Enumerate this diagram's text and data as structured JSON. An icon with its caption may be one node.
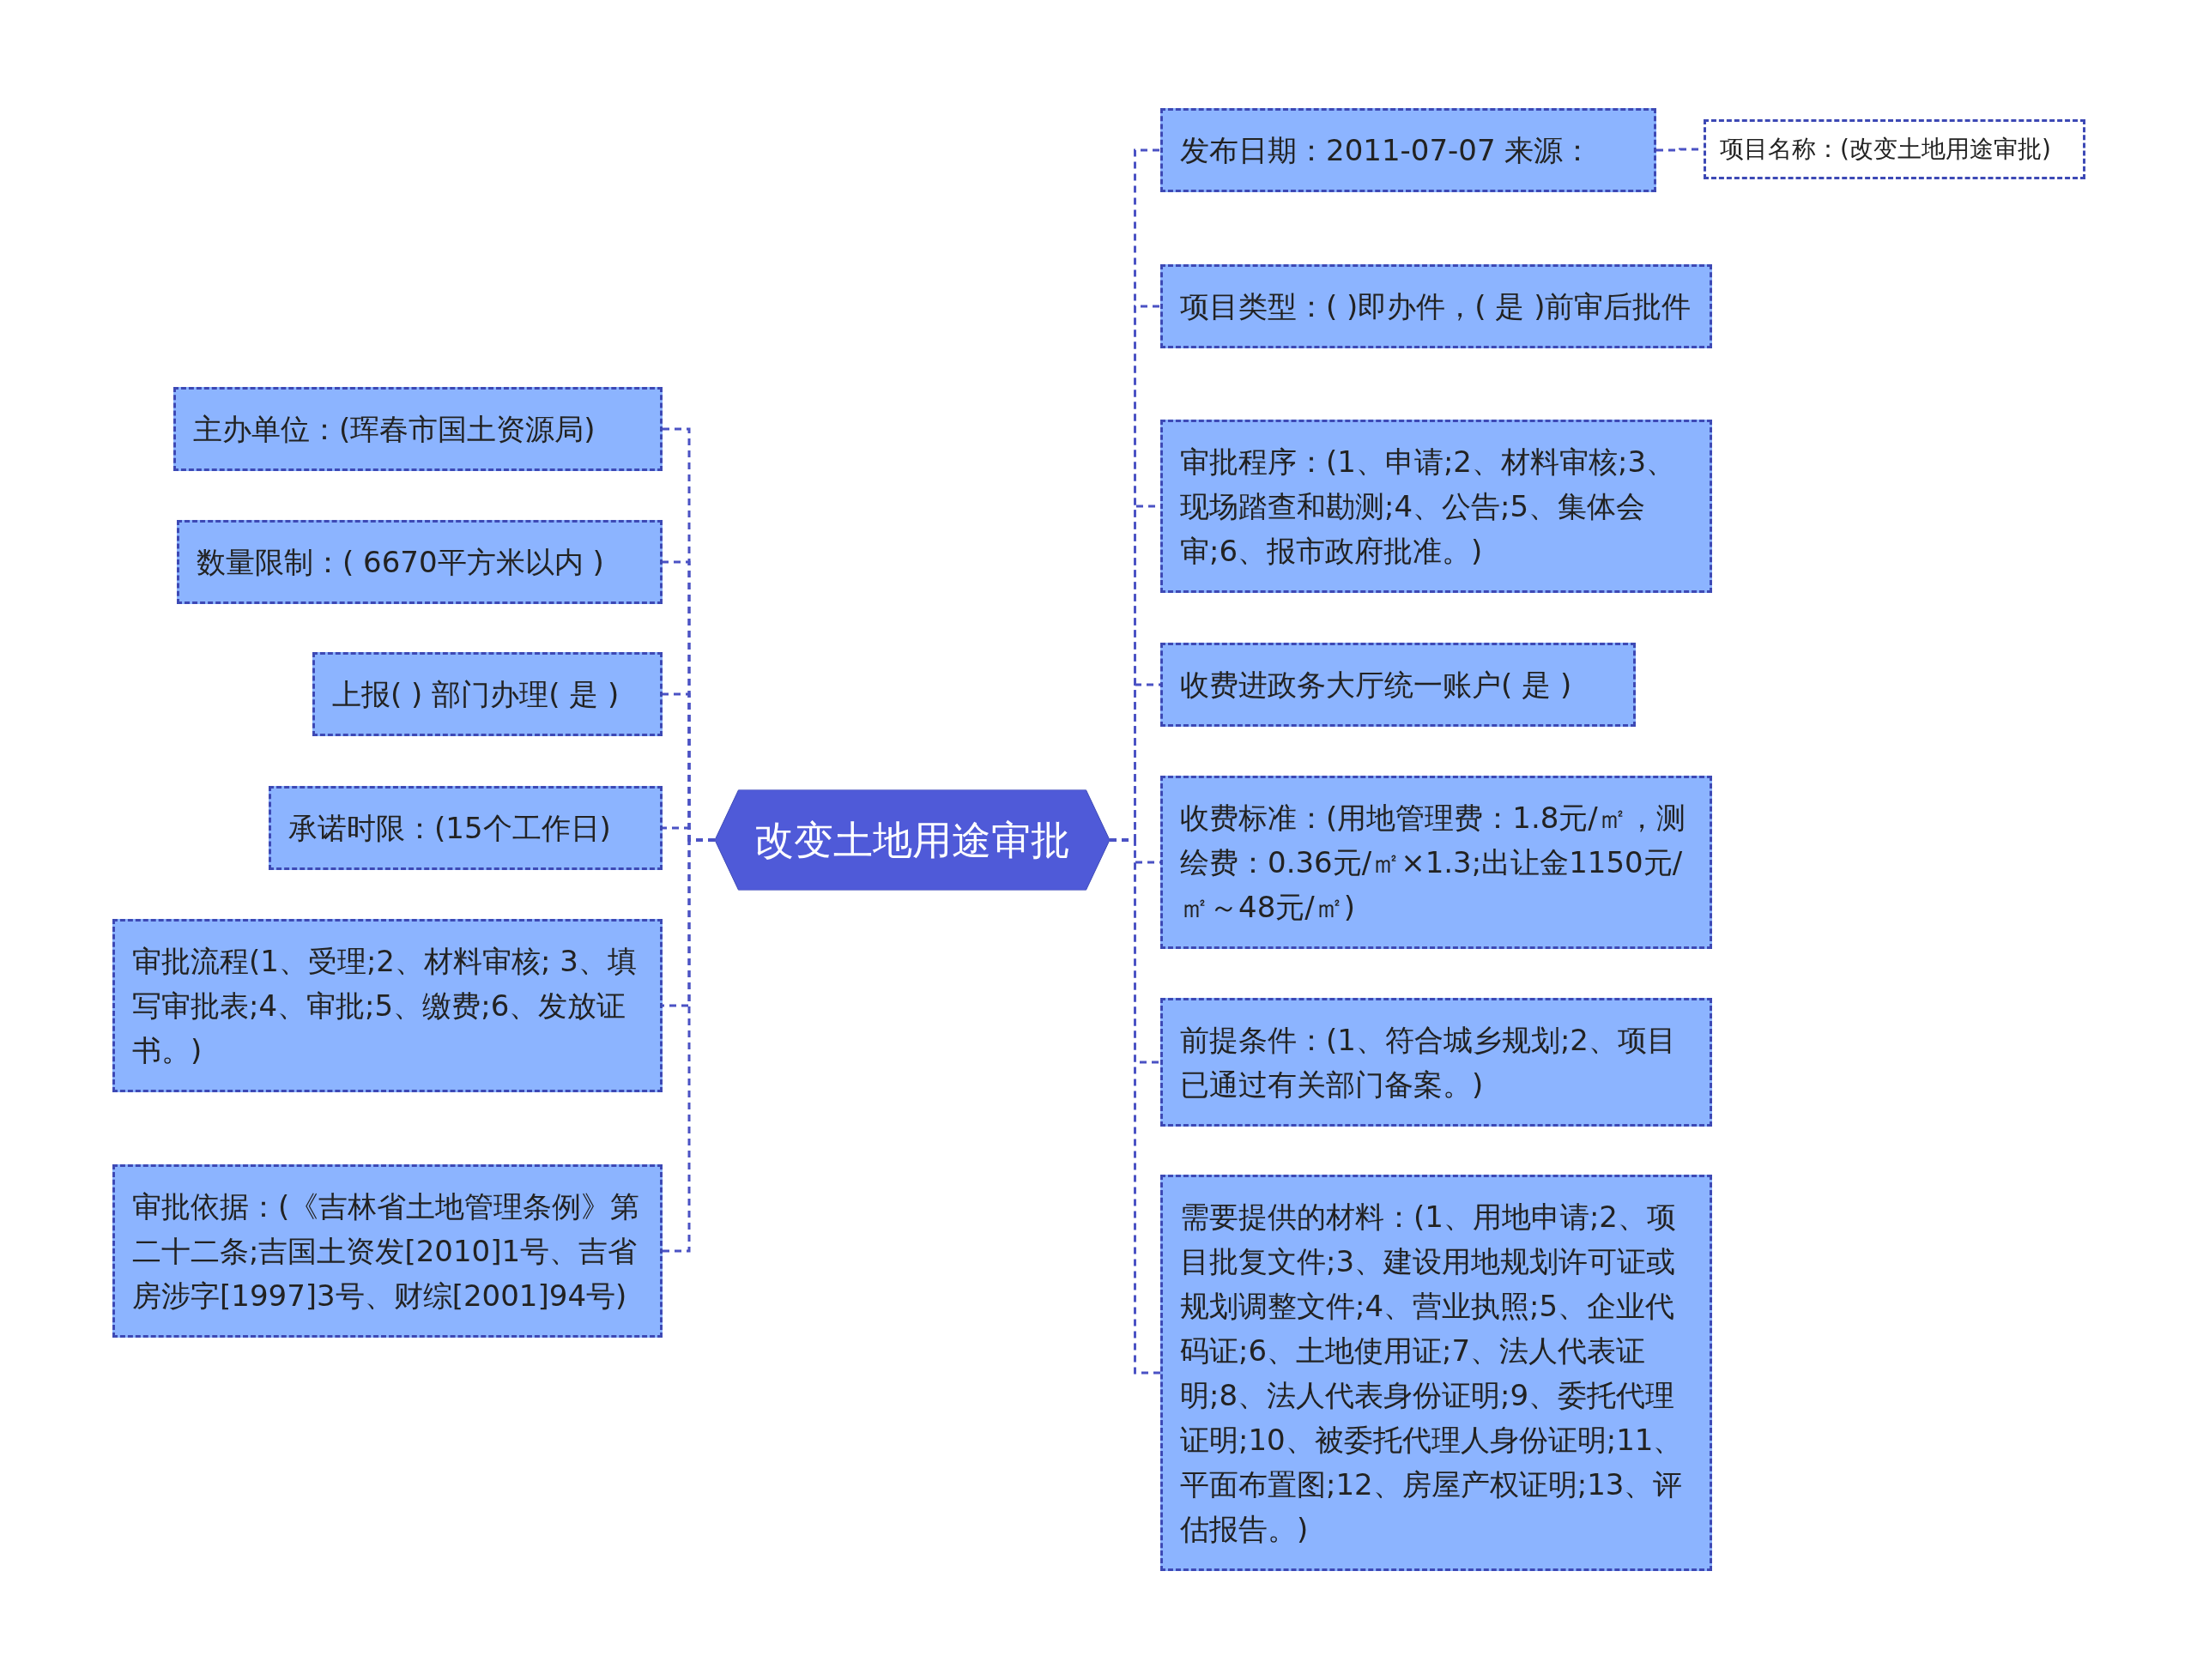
{
  "diagram": {
    "nodes": [
      {
        "text": [
          "改变土地用途审批"
        ]
      },
      {
        "text": [
          "发布日期：2011-07-07 来源："
        ]
      },
      {
        "text": [
          "项目类型：( )即办件，( 是 )前审后批件"
        ]
      },
      {
        "text": [
          "审批程序：(1、申请;2、材料审核;3、现场踏查和勘测;4、公告;5、集体会审;6、报市政府批准。)"
        ]
      },
      {
        "text": [
          "收费进政务大厅统一账户( 是 )"
        ]
      },
      {
        "text": [
          "收费标准：(用地管理费：1.8元/㎡，测绘费：0.36元/㎡×1.3;出让金1150元/㎡～48元/㎡)"
        ]
      },
      {
        "text": [
          "前提条件：(1、符合城乡规划;2、项目已通过有关部门备案。)"
        ]
      },
      {
        "text": [
          "需要提供的材料：(1、用地申请;2、项目批复文件;3、建设用地规划许可证或规划调整文件;4、营业执照;5、企业代码证;6、土地使用证;7、法人代表证明;8、法人代表身份证明;9、委托代理证明;10、被委托代理人身份证明;11、平面布置图;12、房屋产权证明;13、评估报告。)"
        ]
      },
      {
        "text": [
          "项目名称：(改变土地用途审批)"
        ]
      },
      {
        "text": [
          "主办单位：(珲春市国土资源局)"
        ]
      },
      {
        "text": [
          "数量限制：( 6670平方米以内 )"
        ]
      },
      {
        "text": [
          "上报( ) 部门办理( 是 )"
        ]
      },
      {
        "text": [
          "承诺时限：(15个工作日)"
        ]
      },
      {
        "text": [
          "审批流程(1、受理;2、材料审核; 3、填写审批表;4、审批;5、缴费;6、发放证书。)"
        ]
      },
      {
        "text": [
          "审批依据：(《吉林省土地管理条例》第二十二条;吉国土资发[2010]1号、吉省房涉字[1997]3号、财综[2001]94号)"
        ]
      }
    ],
    "edges": [
      {
        "from": 0,
        "to": 1,
        "arrow": "none",
        "style": "dashed"
      },
      {
        "from": 0,
        "to": 2,
        "arrow": "none",
        "style": "dashed"
      },
      {
        "from": 0,
        "to": 3,
        "arrow": "none",
        "style": "dashed"
      },
      {
        "from": 0,
        "to": 4,
        "arrow": "none",
        "style": "dashed"
      },
      {
        "from": 0,
        "to": 5,
        "arrow": "none",
        "style": "dashed"
      },
      {
        "from": 0,
        "to": 6,
        "arrow": "none",
        "style": "dashed"
      },
      {
        "from": 0,
        "to": 7,
        "arrow": "none",
        "style": "dashed"
      },
      {
        "from": 1,
        "to": 8,
        "arrow": "none",
        "style": "dashed"
      },
      {
        "from": 0,
        "to": 9,
        "arrow": "none",
        "style": "dashed"
      },
      {
        "from": 0,
        "to": 10,
        "arrow": "none",
        "style": "dashed"
      },
      {
        "from": 0,
        "to": 11,
        "arrow": "none",
        "style": "dashed"
      },
      {
        "from": 0,
        "to": 12,
        "arrow": "none",
        "style": "dashed"
      },
      {
        "from": 0,
        "to": 13,
        "arrow": "none",
        "style": "dashed"
      },
      {
        "from": 0,
        "to": 14,
        "arrow": "none",
        "style": "dashed"
      }
    ]
  }
}
